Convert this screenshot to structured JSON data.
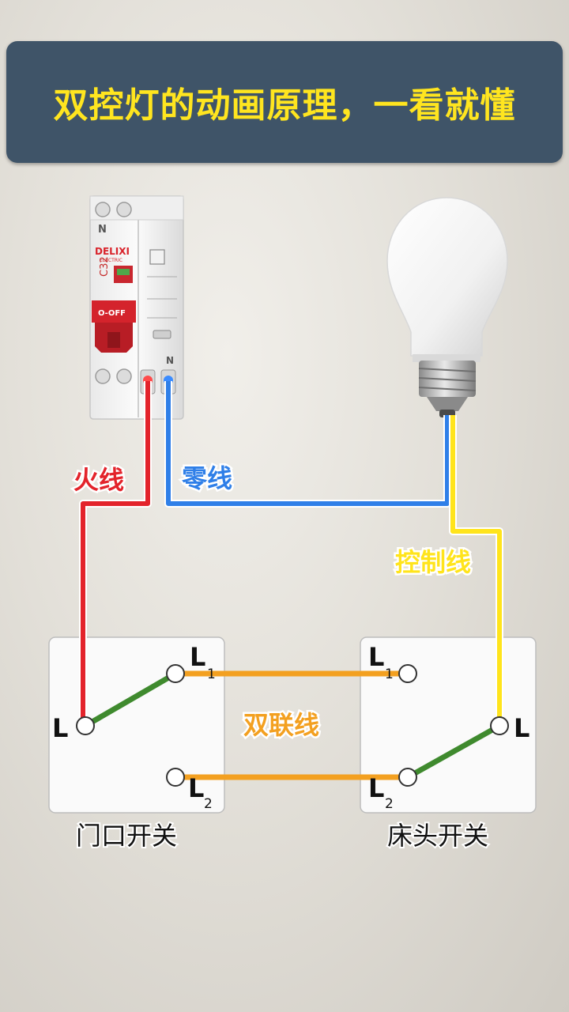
{
  "title": "双控灯的动画原理，一看就懂",
  "breaker": {
    "brand": "DELIXI",
    "brand_sub": "ELECTRIC",
    "rating": "C32",
    "off_label": "O-OFF",
    "terminal_top": "N",
    "terminal_bottom": "N"
  },
  "wires": {
    "live": "火线",
    "neutral": "零线",
    "control": "控制线",
    "traveler": "双联线"
  },
  "colors": {
    "live": "#e3232b",
    "neutral": "#2f7fe8",
    "control": "#ffe41c",
    "traveler": "#f3a020",
    "switch_arm": "#3f8a2e"
  },
  "left_switch": {
    "caption": "门口开关",
    "common": "L",
    "t1_letter": "L",
    "t1_sub": "1",
    "t2_letter": "L",
    "t2_sub": "2"
  },
  "right_switch": {
    "caption": "床头开关",
    "common": "L",
    "t1_letter": "L",
    "t1_sub": "1",
    "t2_letter": "L",
    "t2_sub": "2"
  }
}
